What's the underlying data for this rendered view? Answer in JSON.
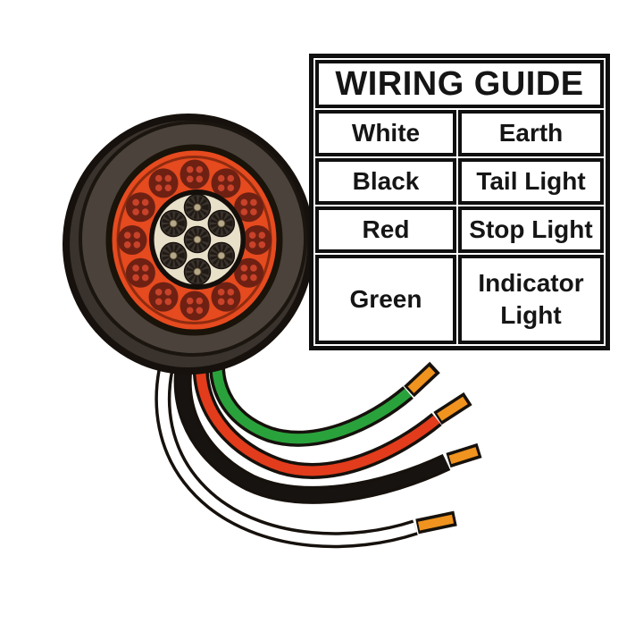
{
  "wiring_guide": {
    "title": "WIRING GUIDE",
    "rows": [
      {
        "color": "White",
        "function": "Earth"
      },
      {
        "color": "Black",
        "function": "Tail Light"
      },
      {
        "color": "Red",
        "function": "Stop Light"
      },
      {
        "color": "Green",
        "function": "Indicator Light"
      }
    ]
  },
  "lamp": {
    "led_count": 12,
    "pin_count": 7,
    "wire_count": 4,
    "wires": [
      "green",
      "red",
      "black",
      "white"
    ]
  },
  "colors": {
    "background": "#ffffff",
    "outline": "#16110c",
    "housing": "#4b423b",
    "housing_dark": "#3a322c",
    "lens_orange": "#e64a1f",
    "lens_rim": "#8e2c10",
    "led_dark": "#6e2113",
    "led_dot": "#c8422a",
    "connector_face": "#e9e0c9",
    "pin_dark": "#3b332d",
    "pin_spoke": "#201a14",
    "pin_center": "#b5a88a",
    "wire_green": "#2aa23c",
    "wire_red": "#e23c1c",
    "wire_black": "#171310",
    "wire_white": "#ffffff",
    "wire_tip": "#f0931f",
    "table_border": "#0f0f0f",
    "text": "#151515"
  }
}
